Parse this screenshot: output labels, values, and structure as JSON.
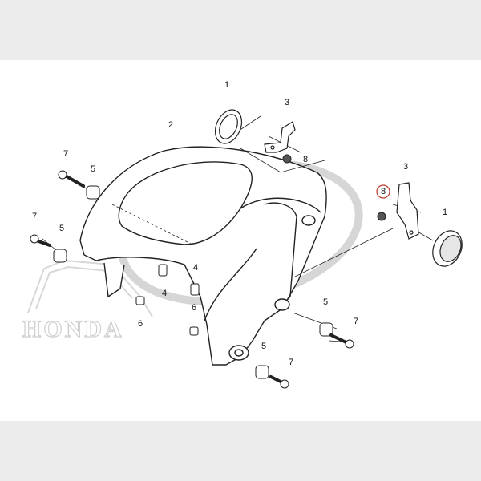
{
  "watermark": {
    "brand_text": "HONDA"
  },
  "colors": {
    "highlight_circle": "#c0392b",
    "line_art": "#222222",
    "watermark": "#cfcfcf"
  },
  "callouts": [
    {
      "id": "c1a",
      "label": "1"
    },
    {
      "id": "c1b",
      "label": "1"
    },
    {
      "id": "c2",
      "label": "2"
    },
    {
      "id": "c3a",
      "label": "3"
    },
    {
      "id": "c3b",
      "label": "3"
    },
    {
      "id": "c4a",
      "label": "4"
    },
    {
      "id": "c4b",
      "label": "4"
    },
    {
      "id": "c5a",
      "label": "5"
    },
    {
      "id": "c5b",
      "label": "5"
    },
    {
      "id": "c5c",
      "label": "5"
    },
    {
      "id": "c5d",
      "label": "5"
    },
    {
      "id": "c6a",
      "label": "6"
    },
    {
      "id": "c6b",
      "label": "6"
    },
    {
      "id": "c7a",
      "label": "7"
    },
    {
      "id": "c7b",
      "label": "7"
    },
    {
      "id": "c7c",
      "label": "7"
    },
    {
      "id": "c7d",
      "label": "7"
    },
    {
      "id": "c8a",
      "label": "8"
    },
    {
      "id": "c8b",
      "label": "8",
      "highlighted": true
    }
  ]
}
